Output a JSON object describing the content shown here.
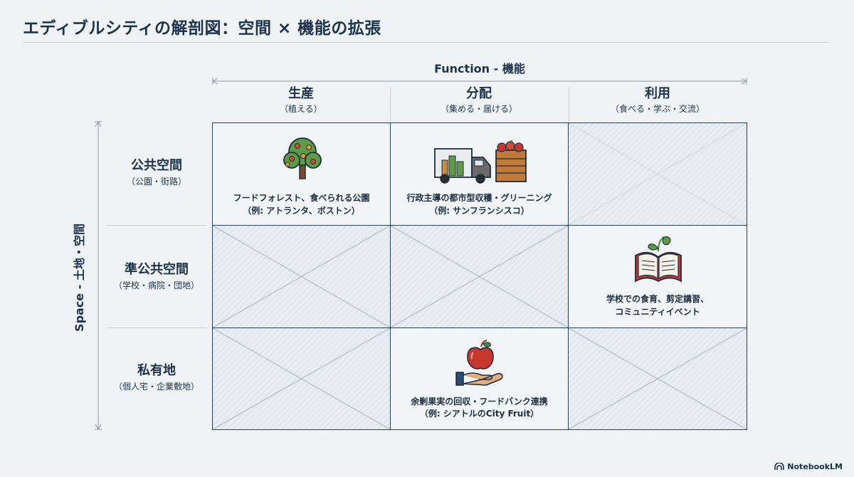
{
  "title": "エディブルシティの解剖図：空間 × 機能の拡張",
  "function_axis": {
    "label": "Function - 機能"
  },
  "space_axis": {
    "label": "Space - 土地・空間"
  },
  "columns": [
    {
      "label": "生産",
      "sub": "（植える）"
    },
    {
      "label": "分配",
      "sub": "（集める・届ける）"
    },
    {
      "label": "利用",
      "sub": "（食べる・学ぶ・交流）"
    }
  ],
  "rows": [
    {
      "label": "公共空間",
      "sub": "（公園・街路）"
    },
    {
      "label": "準公共空間",
      "sub": "（学校・病院・団地）"
    },
    {
      "label": "私有地",
      "sub": "（個人宅・企業敷地）"
    }
  ],
  "cells": {
    "public_production": {
      "line1": "フードフォレスト、食べられる公園",
      "line2": "（例: アトランタ、ボストン）",
      "icon": "fruit-tree-icon"
    },
    "public_distribution": {
      "line1": "行政主導の都市型収穫・グリーニング",
      "line2": "（例: サンフランシスコ）",
      "icon": "delivery-truck-crate-icon"
    },
    "semi_use": {
      "line1": "学校での食育、剪定講習、",
      "line2": "コミュニティイベント",
      "icon": "open-book-sprout-icon"
    },
    "private_distribution": {
      "line1": "余剰果実の回収・フードバンク連携",
      "line2": "（例: シアトルのCity Fruit）",
      "icon": "hand-apple-icon"
    }
  },
  "brand": {
    "name": "NotebookLM"
  },
  "colors": {
    "navy": "#1d324b",
    "grid_line": "#2a3f5a",
    "background": "#f0f3f5",
    "apple_red": "#c8372d",
    "leaf_green": "#4f8a3c"
  }
}
